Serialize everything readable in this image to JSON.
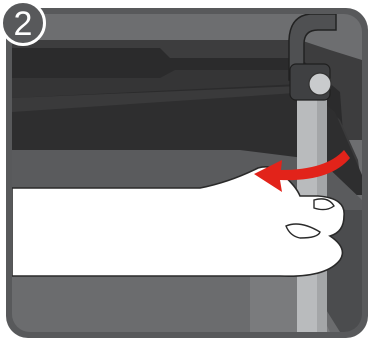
{
  "step": {
    "number": "2"
  },
  "illustration": {
    "subject": "hand-pressing-release-on-frame-tube",
    "arrow_direction": "counter-clockwise",
    "colors": {
      "frame_border": "#58595b",
      "background_dark": "#2f2f2f",
      "panel_mid": "#4a4a4a",
      "tube_light": "#b9bbbd",
      "hand_fill": "#ffffff",
      "arrow_red": "#e2231a"
    }
  }
}
